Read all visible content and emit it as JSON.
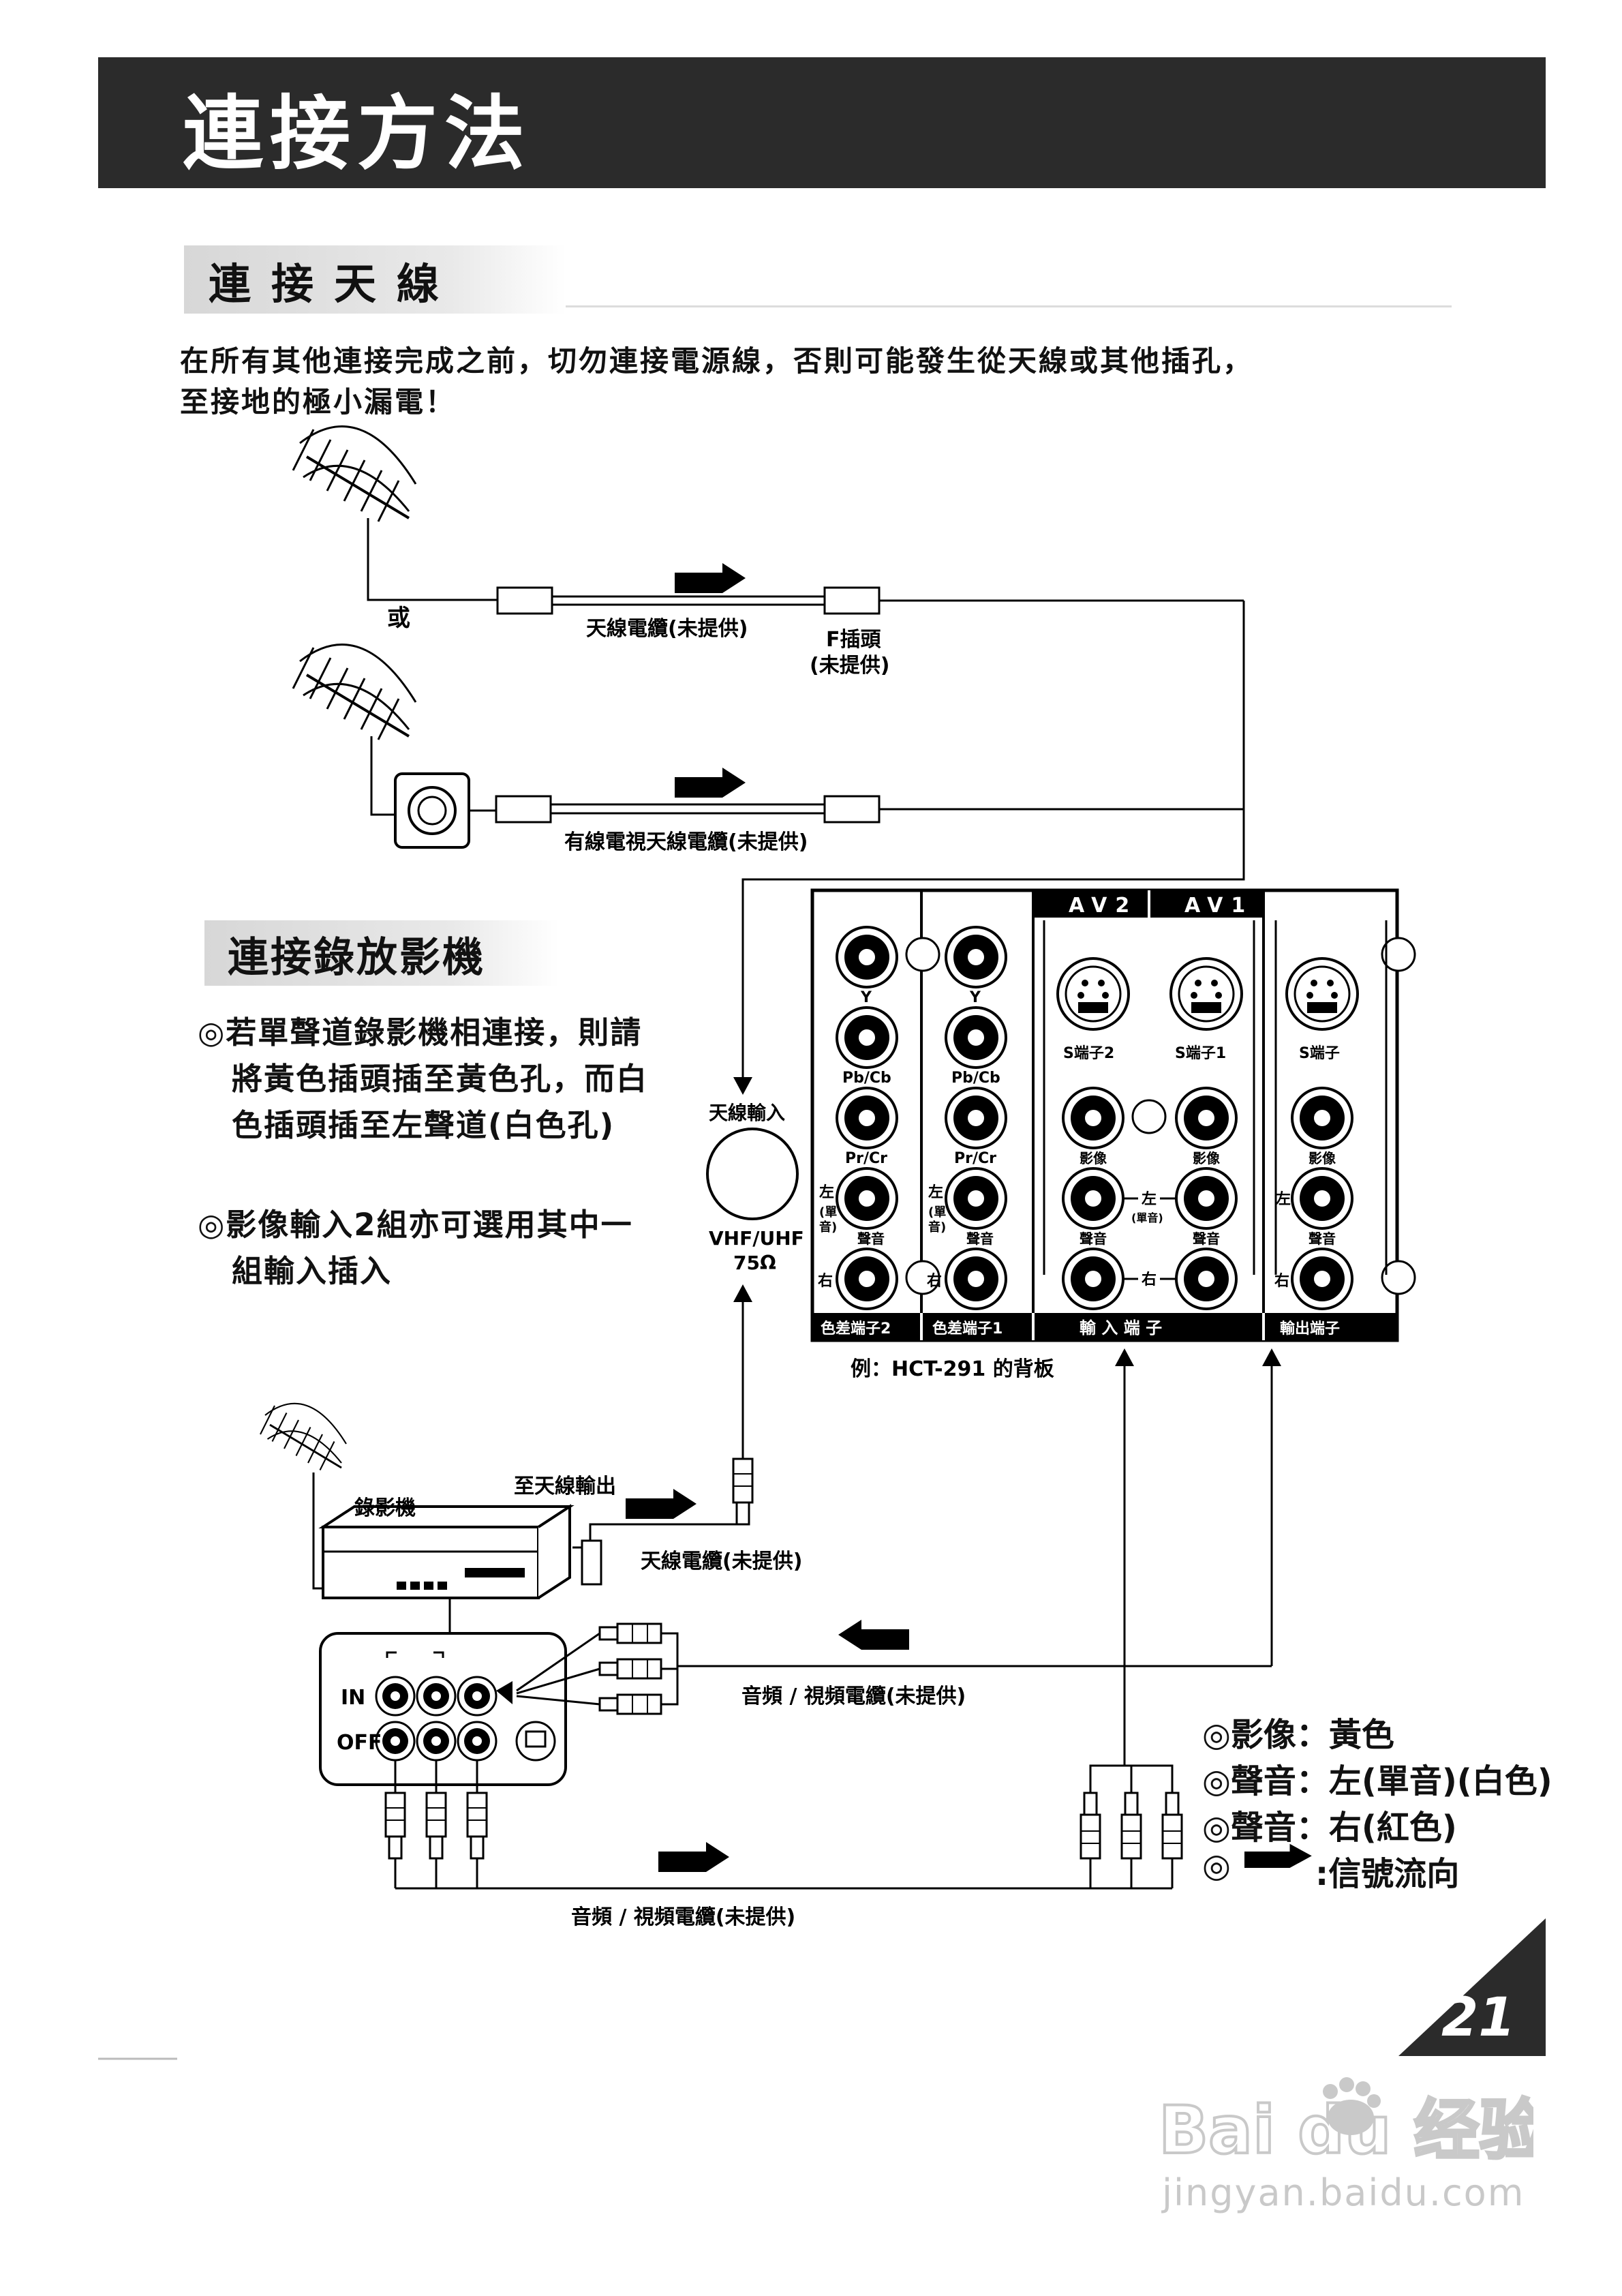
{
  "header": {
    "title": "連接方法"
  },
  "antenna_section": {
    "title": "連接天線",
    "paragraph": [
      "在所有其他連接完成之前，切勿連接電源線，否則可能發生從天線或其他插孔，",
      "至接地的極小漏電！"
    ],
    "label_or": "或",
    "cable1": "天線電纜(未提供)",
    "f_plug": "F插頭",
    "f_plug_note": "(未提供)",
    "cable2": "有線電視天線電纜(未提供)"
  },
  "vcr_section": {
    "title": "連接錄放影機",
    "notes": [
      "◎若單聲道錄影機相連接，則請",
      "將黃色插頭插至黃色孔，而白",
      "色插頭插至左聲道(白色孔)",
      "◎影像輸入2組亦可選用其中一",
      "組輸入插入"
    ]
  },
  "antenna_input": {
    "label": "天線輸入",
    "band": "VHF/UHF",
    "ohm": "75Ω"
  },
  "panel": {
    "caption": "例：HCT-291 的背板",
    "av2": "AV2",
    "av1": "AV1",
    "y": "Y",
    "pb": "Pb/Cb",
    "pr": "Pr/Cr",
    "s2": "S端子2",
    "s1": "S端子1",
    "s": "S端子",
    "video": "影像",
    "left": "左",
    "mono": "(單音)",
    "right": "右",
    "audio": "聲音",
    "left_vertical": [
      "左",
      "(單",
      "音)"
    ],
    "footer_comp2": "色差端子2",
    "footer_comp1": "色差端子1",
    "footer_input": "輸 入 端 子",
    "footer_output": "輸出端子"
  },
  "vcr": {
    "label": "錄影機",
    "to_antenna_out": "至天線輸出",
    "antenna_cable": "天線電纜(未提供)",
    "in": "IN",
    "off": "OFF",
    "av_cable": "音頻 / 視頻電纜(未提供)"
  },
  "legend": {
    "items": [
      "◎影像：黃色",
      "◎聲音：左(單音)(白色)",
      "◎聲音：右(紅色)"
    ],
    "arrow_prefix": "◎",
    "arrow_text": ":信號流向"
  },
  "page_number": "21",
  "watermark": {
    "brand": "Bai du 经验",
    "url": "jingyan.baidu.com"
  }
}
